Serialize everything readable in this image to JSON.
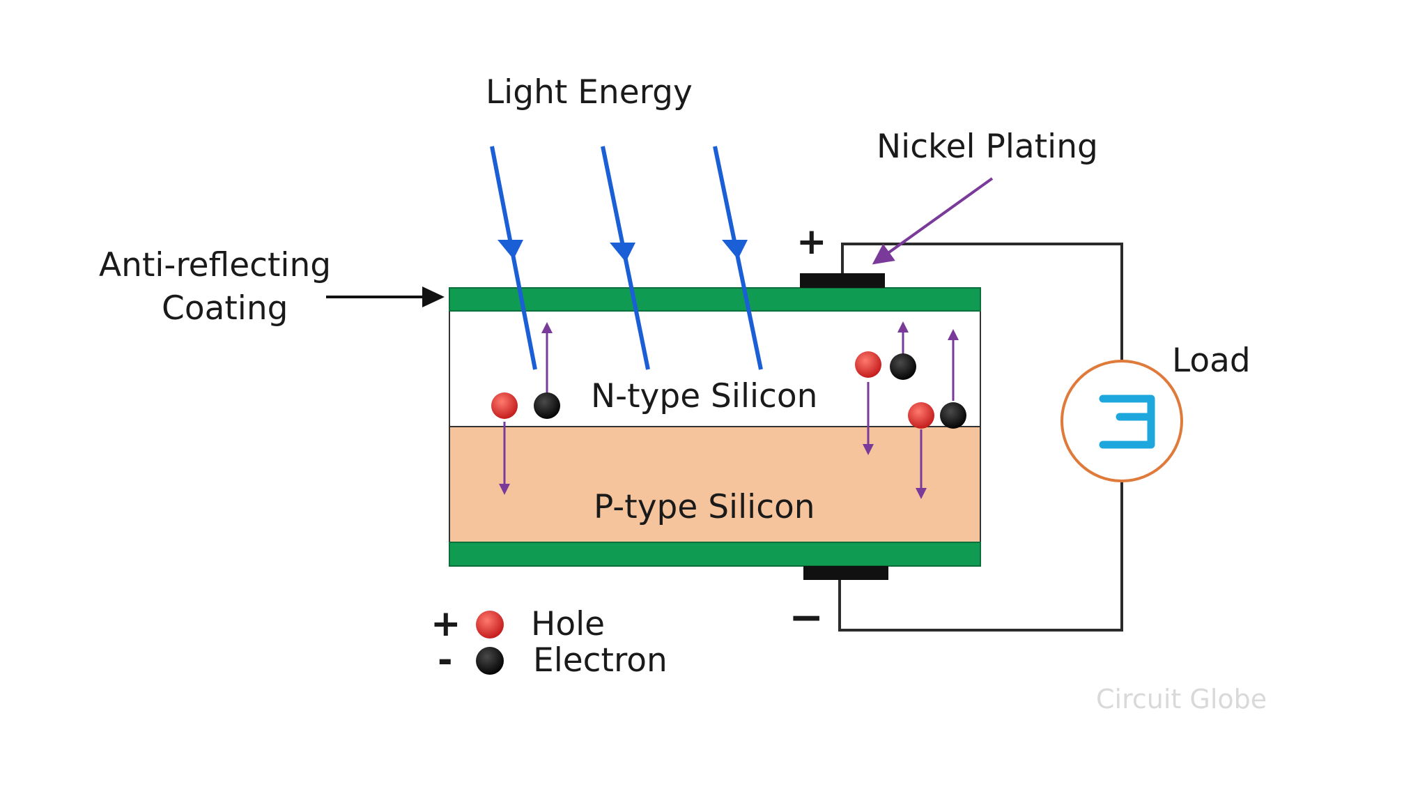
{
  "labels": {
    "light_energy": "Light Energy",
    "nickel_plating": "Nickel Plating",
    "anti_reflecting_line1": "Anti-reflecting",
    "anti_reflecting_line2": "Coating",
    "n_type": "N-type Silicon",
    "p_type": "P-type Silicon",
    "load": "Load",
    "plus_terminal": "+",
    "minus_terminal": "−"
  },
  "legend": {
    "hole_sign": "+",
    "hole_label": "Hole",
    "electron_sign": "-",
    "electron_label": "Electron"
  },
  "watermark": "Circuit Globe",
  "colors": {
    "coating": "#109b52",
    "n_layer": "#ffffff",
    "p_layer": "#f5c49c",
    "light_ray": "#1a5fd6",
    "carrier_arrow": "#7a3a9a",
    "hole": "#d42a2a",
    "electron": "#111111",
    "wire": "#2b2b2b",
    "load_circle": "#e07a3a",
    "load_symbol": "#1ea7dc"
  }
}
